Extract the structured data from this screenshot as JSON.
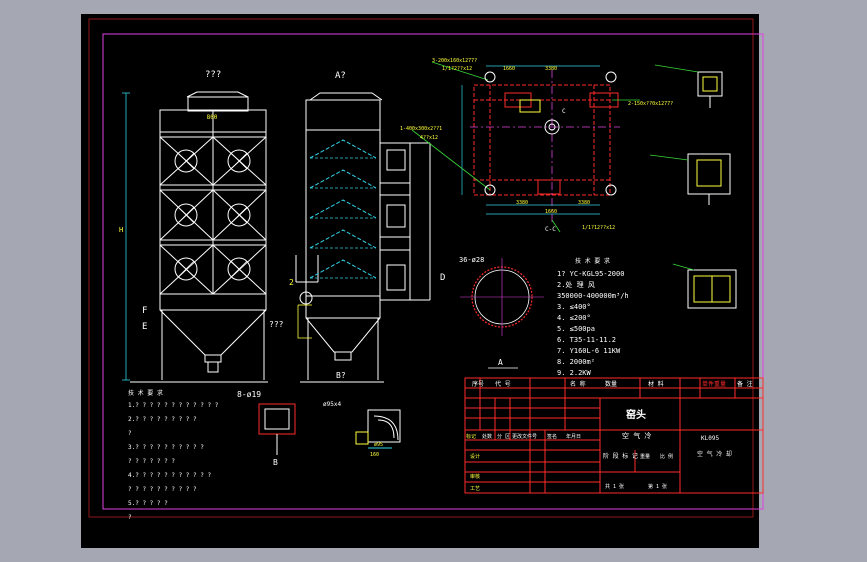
{
  "colors": {
    "background": "#a5a8b3",
    "sheet": "#000000",
    "line": "#ffffff",
    "red": "#ff2a2a",
    "yellow": "#ffff3c",
    "cyan": "#2fd3e6",
    "magenta": "#e040e0",
    "green": "#38d838"
  },
  "front_view": {
    "top_label": "???",
    "dim_outlet": "800",
    "label_f": "F",
    "label_e": "E",
    "dim_flange": "8-ø19"
  },
  "side_view": {
    "top_label": "A?",
    "pipe_label": "2",
    "label_b": "B?",
    "label_q": "???",
    "label_d": "D"
  },
  "plan_view": {
    "callout_1": "3-200x160x1277?",
    "callout_1b": "1/1?2??x12",
    "callout_2": "1-400x300x2??1",
    "callout_2b": "4??x12",
    "callout_3": "2-150x??0x1277?",
    "dims_top": [
      "1660",
      "3380"
    ],
    "dims_bottom": [
      "3380",
      "1660",
      "3380"
    ],
    "section_label": "C-C",
    "bottom_note": "1/1?12??x12",
    "label_c": "C"
  },
  "ring_view": {
    "label": "36-ø28"
  },
  "tech_requirements": {
    "title": "技 术 要 求",
    "items": [
      "1?  YC-KGL95-2000",
      "2.处 理 风",
      "350000-400000m³/h",
      "3.        ≤400°",
      "4.        ≤200°",
      "5.          ≤500pa",
      "6.        T35-11-11.2",
      "7.        Y160L-6 11KW",
      "8.          2000m²",
      "9.           2.2KW"
    ]
  },
  "left_notes": {
    "title": "技 术 要 求",
    "lines": [
      "1.? ? ? ? ? ? ? ? ? ? ? ?",
      "2.? ? ? ? ? ? ? ? ?",
      "?",
      "3.? ? ? ? ? ? ? ? ? ?",
      "? ? ? ? ? ? ?",
      "4.? ? ? ? ? ? ? ? ? ? ?",
      "? ? ? ? ? ? ? ? ? ?",
      "5.? ? ? ? ?",
      "?"
    ],
    "dim_label": "ø95x4",
    "dim_bottom": "160",
    "dim_d": "ø95",
    "label_b": "B"
  },
  "title_block": {
    "header": [
      "序号",
      "代 号",
      "名 称",
      "数量",
      "材 料",
      "单件重量",
      "备 注"
    ],
    "company": "窑头",
    "drawing_name": "空 气 冷",
    "code": "KL095",
    "subtitle": "空 气 冷 却",
    "sign_labels": [
      "标记",
      "处数",
      "分 区",
      "更改文件号",
      "签名",
      "年月日"
    ],
    "roles": [
      "设计",
      "审核",
      "工艺"
    ],
    "stage_label": "阶 段 标 记",
    "scale_label": "比 例",
    "sheet_label": "共 1 张",
    "sheet_no": "第 1 张",
    "weight_label": "重量"
  },
  "label_a": "A"
}
